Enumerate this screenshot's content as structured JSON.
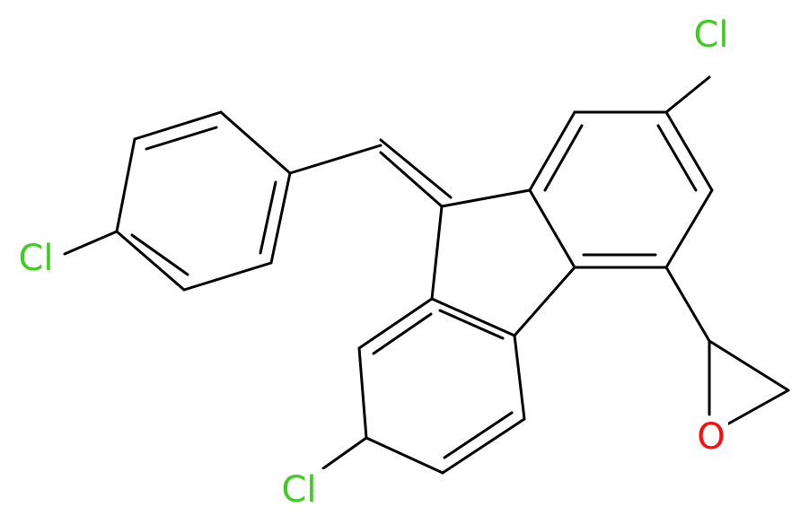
{
  "molecule": {
    "atoms": [
      {
        "id": "cl_top",
        "text": "Cl",
        "color": "#3dcc1f"
      },
      {
        "id": "cl_left",
        "text": "Cl",
        "color": "#3dcc1f"
      },
      {
        "id": "cl_bottom",
        "text": "Cl",
        "color": "#3dcc1f"
      },
      {
        "id": "o_epoxide",
        "text": "O",
        "color": "#ff0d0d"
      }
    ],
    "bond_color": "#000000"
  }
}
